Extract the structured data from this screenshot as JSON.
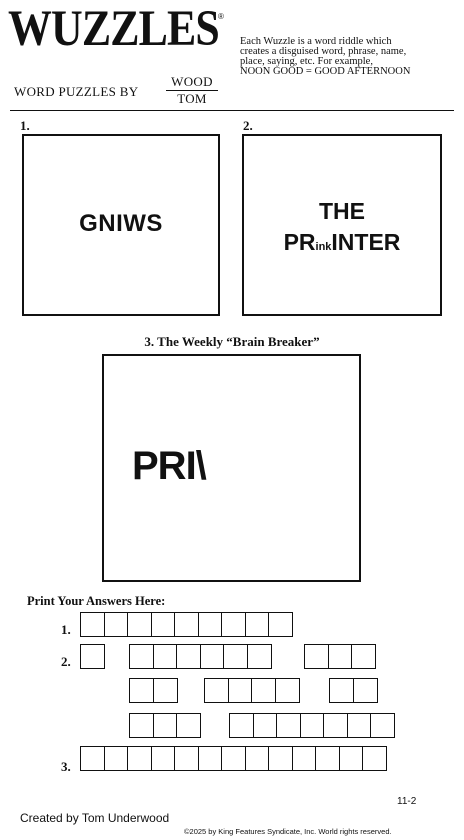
{
  "header": {
    "title": "WUZZLES",
    "registered": "®",
    "description_lines": [
      "Each Wuzzle is a word riddle which",
      "creates a disguised word, phrase, name,",
      "place, saying, etc. For example,",
      "NOON GOOD = GOOD AFTERNOON"
    ],
    "byline": "WORD PUZZLES BY",
    "author_top": "WOOD",
    "author_bottom": "TOM"
  },
  "puzzles": [
    {
      "number": "1.",
      "lines": [
        "GNIWS"
      ]
    },
    {
      "number": "2.",
      "lines": [
        "THE",
        "PR",
        "ink",
        "INTER"
      ]
    },
    {
      "number": "3. The Weekly “Brain Breaker”",
      "lines": [
        "PRI\\"
      ]
    }
  ],
  "answers": {
    "title": "Print Your Answers Here:",
    "row_labels": [
      "1.",
      "2.",
      "3."
    ]
  },
  "footer": {
    "created_by": "Created by Tom Underwood",
    "date": "11-2",
    "copyright": "©2025 by King Features Syndicate, Inc. World rights reserved."
  }
}
